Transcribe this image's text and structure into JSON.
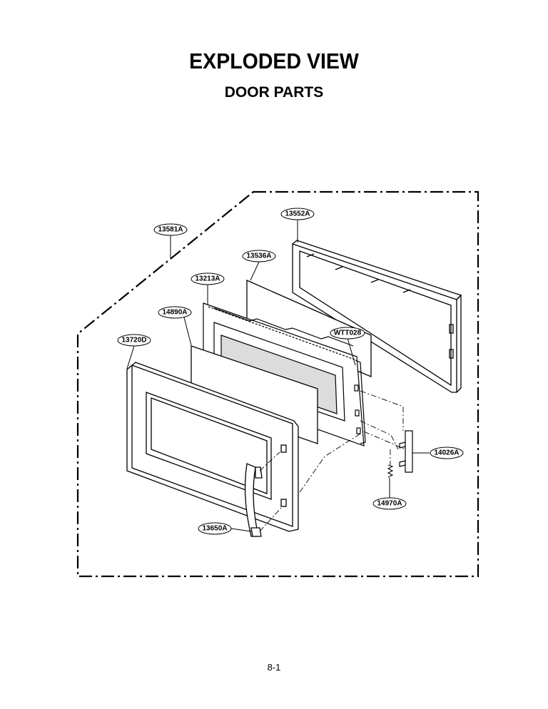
{
  "header": {
    "title": "EXPLODED VIEW",
    "subtitle": "DOOR PARTS"
  },
  "footer": {
    "page_number": "8-1"
  },
  "diagram": {
    "part_labels": {
      "p13552A": "13552A",
      "p13581A": "13581A",
      "p13536A": "13536A",
      "p13213A": "13213A",
      "p14890A": "14890A",
      "pWTT028": "WTT028",
      "p13720D": "13720D",
      "p14026A": "14026A",
      "p14970A": "14970A",
      "p13650A": "13650A"
    }
  }
}
